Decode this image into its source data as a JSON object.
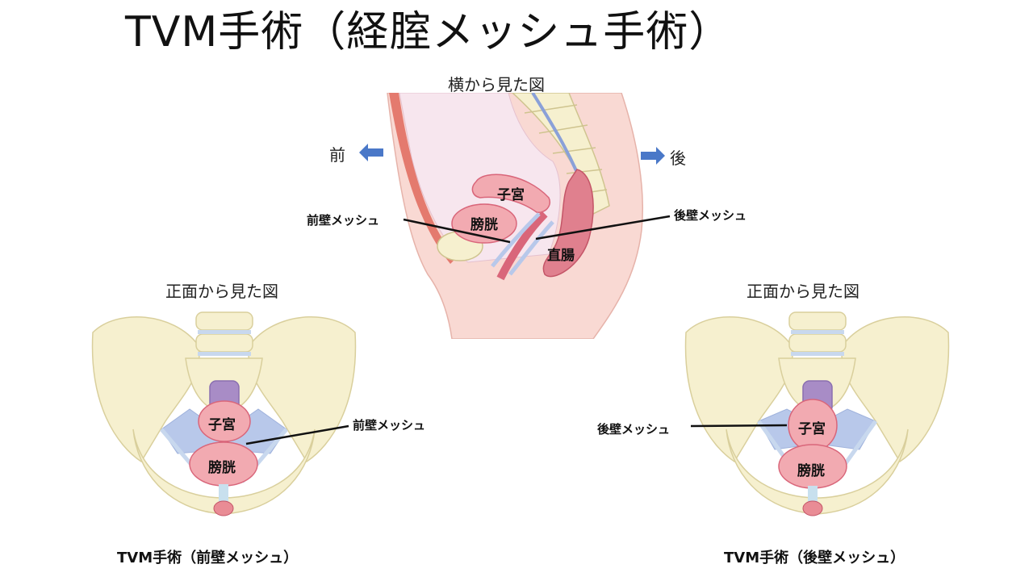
{
  "title": "TVM手術（経腟メッシュ手術）",
  "side_view": {
    "heading": "横から見た図",
    "front_label": "前",
    "back_label": "後",
    "organs": {
      "uterus": "子宮",
      "bladder": "膀胱",
      "rectum": "直腸"
    },
    "callouts": {
      "anterior": "前壁メッシュ",
      "posterior": "後壁メッシュ"
    }
  },
  "front_left": {
    "heading": "正面から見た図",
    "organs": {
      "uterus": "子宮",
      "bladder": "膀胱"
    },
    "callout": "前壁メッシュ",
    "caption": "TVM手術（前壁メッシュ）"
  },
  "front_right": {
    "heading": "正面から見た図",
    "organs": {
      "uterus": "子宮",
      "bladder": "膀胱"
    },
    "callout": "後壁メッシュ",
    "caption": "TVM手術（後壁メッシュ）"
  },
  "colors": {
    "bone": "#f6f0cf",
    "bone_outline": "#d9cf9c",
    "organ_pink": "#f2aab1",
    "organ_dark": "#d9667a",
    "mesh_blue": "#b8c8ea",
    "arrow_blue": "#4a78c8",
    "skin": "#f9d9d3",
    "uterus_purple": "#a88cc6"
  }
}
